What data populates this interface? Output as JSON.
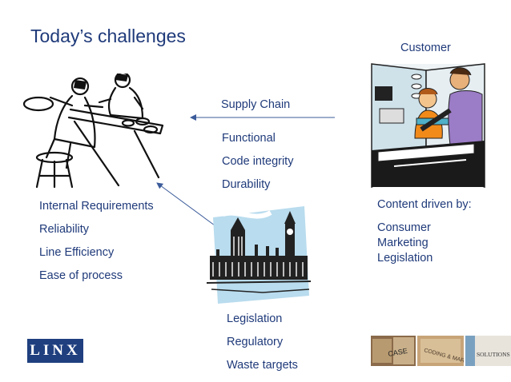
{
  "title": "Today’s challenges",
  "customer": {
    "label": "Customer"
  },
  "supply_chain": {
    "label": "Supply Chain",
    "items": [
      "Functional",
      "Code integrity",
      "Durability"
    ]
  },
  "internal": {
    "heading": "Internal Requirements",
    "items": [
      "Reliability",
      "Line Efficiency",
      "Ease of process"
    ]
  },
  "content": {
    "heading": "Content driven by:",
    "items": [
      "Consumer",
      "Marketing",
      "Legislation"
    ]
  },
  "legislation": {
    "items": [
      "Legislation",
      "Regulatory",
      "Waste targets"
    ]
  },
  "logo": {
    "text": "LINX"
  },
  "thumbnails": [
    {
      "label": "CASE"
    },
    {
      "label": "CODING & MARKING"
    },
    {
      "label": "SOLUTIONS"
    }
  ],
  "colors": {
    "text": "#1f3a7a",
    "arrow": "#3b5b9a",
    "logo_bg": "#1f3f7f"
  }
}
